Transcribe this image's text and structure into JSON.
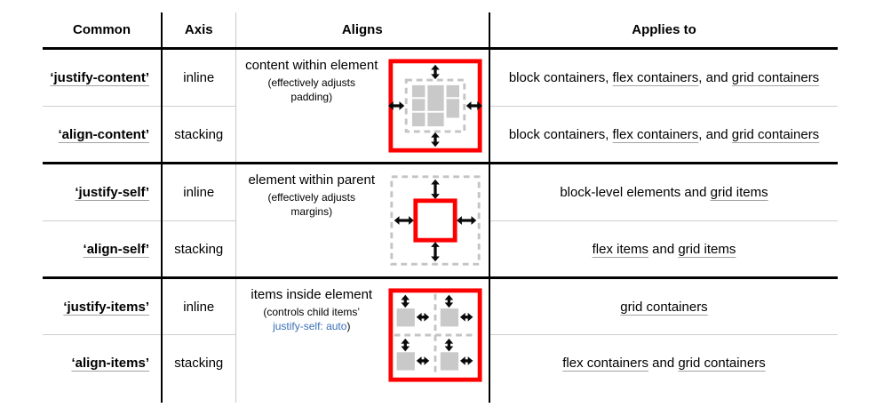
{
  "header": {
    "columns": [
      "Common",
      "Axis",
      "Aligns",
      "Applies to"
    ]
  },
  "colors": {
    "rule_black": "#000000",
    "rule_gray": "#c9c9c9",
    "diagram_red": "#ff0000",
    "diagram_box_gray": "#c9c9c9",
    "diagram_dash_gray": "#c4c4c4",
    "link_underline": "#a3a3a3",
    "code_blue": "#3a6fb7"
  },
  "groups": [
    {
      "aligns": {
        "title": "content within element",
        "note_segments": [
          {
            "text": "(effectively adjusts padding)"
          }
        ],
        "diagram": "content-within-element-diagram"
      },
      "rows": [
        {
          "common": "‘justify-content’",
          "axis": "inline",
          "applies": [
            {
              "text": "block containers, "
            },
            {
              "text": "flex containers",
              "u": true
            },
            {
              "text": ", and "
            },
            {
              "text": "grid containers",
              "u": true
            }
          ]
        },
        {
          "common": "‘align-content’",
          "axis": "stacking",
          "applies": [
            {
              "text": "block containers, "
            },
            {
              "text": "flex containers",
              "u": true
            },
            {
              "text": ", and "
            },
            {
              "text": "grid containers",
              "u": true
            }
          ]
        }
      ]
    },
    {
      "aligns": {
        "title": "element within parent",
        "note_segments": [
          {
            "text": "(effectively adjusts margins)"
          }
        ],
        "diagram": "element-within-parent-diagram"
      },
      "rows": [
        {
          "common": "‘justify-self’",
          "axis": "inline",
          "applies": [
            {
              "text": "block-level elements and "
            },
            {
              "text": "grid items",
              "u": true
            }
          ]
        },
        {
          "common": "‘align-self’",
          "axis": "stacking",
          "applies": [
            {
              "text": "flex items",
              "u": true
            },
            {
              "text": " and "
            },
            {
              "text": "grid items",
              "u": true
            }
          ]
        }
      ]
    },
    {
      "aligns": {
        "title": "items inside element",
        "note_segments": [
          {
            "text": "(controls child items’ "
          },
          {
            "text": "justify-self: auto",
            "blue": true
          },
          {
            "text": ")"
          }
        ],
        "diagram": "items-inside-element-diagram"
      },
      "rows": [
        {
          "common": "‘justify-items’",
          "axis": "inline",
          "applies": [
            {
              "text": "grid containers",
              "u": true
            }
          ]
        },
        {
          "common": "‘align-items’",
          "axis": "stacking",
          "applies": [
            {
              "text": "flex containers",
              "u": true
            },
            {
              "text": " and "
            },
            {
              "text": "grid containers",
              "u": true
            }
          ]
        }
      ]
    }
  ]
}
